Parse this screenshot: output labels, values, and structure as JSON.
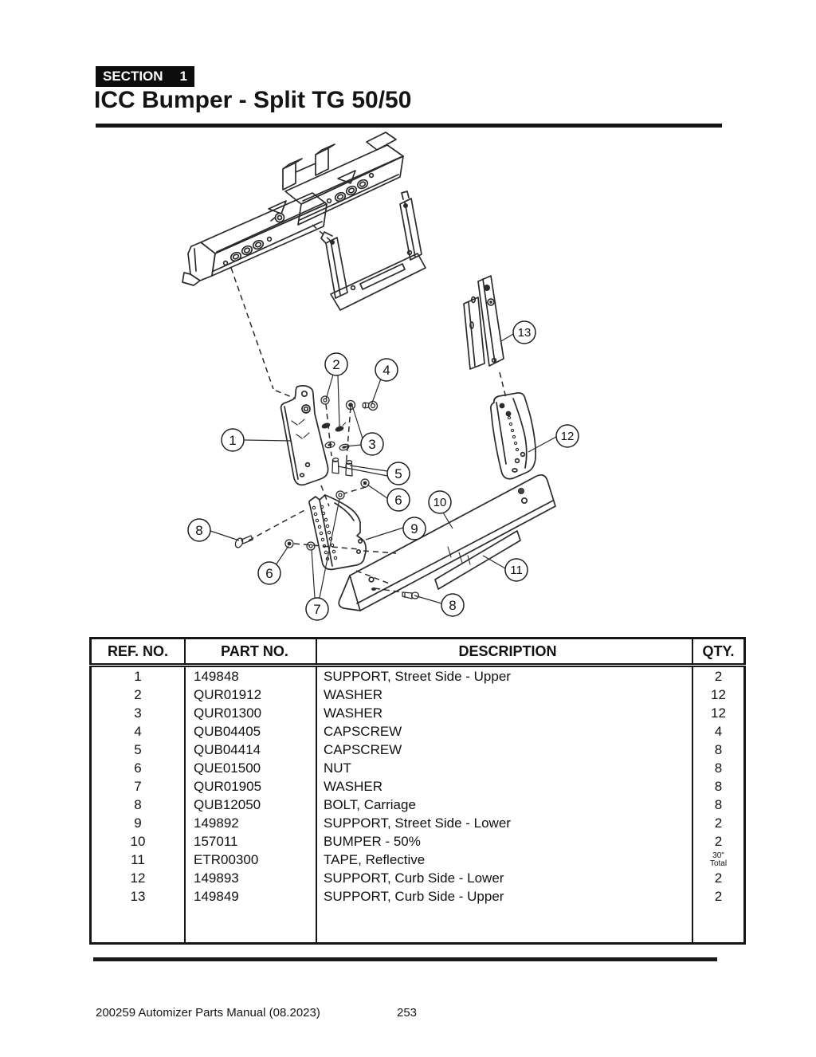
{
  "page": {
    "section_label": "SECTION",
    "section_number": "1",
    "title": "ICC Bumper - Split TG 50/50"
  },
  "diagram": {
    "callouts": [
      {
        "label": "1"
      },
      {
        "label": "2"
      },
      {
        "label": "3"
      },
      {
        "label": "4"
      },
      {
        "label": "5"
      },
      {
        "label": "6"
      },
      {
        "label": "6"
      },
      {
        "label": "7"
      },
      {
        "label": "8"
      },
      {
        "label": "8"
      },
      {
        "label": "9"
      },
      {
        "label": "10"
      },
      {
        "label": "11"
      },
      {
        "label": "12"
      },
      {
        "label": "13"
      }
    ]
  },
  "parts_table": {
    "headers": [
      "REF. NO.",
      "PART NO.",
      "DESCRIPTION",
      "QTY."
    ],
    "rows": [
      {
        "ref": "1",
        "part": "149848",
        "desc": "SUPPORT, Street Side - Upper",
        "qty": "2"
      },
      {
        "ref": "2",
        "part": "QUR01912",
        "desc": "WASHER",
        "qty": "12"
      },
      {
        "ref": "3",
        "part": "QUR01300",
        "desc": "WASHER",
        "qty": "12"
      },
      {
        "ref": "4",
        "part": "QUB04405",
        "desc": "CAPSCREW",
        "qty": "4"
      },
      {
        "ref": "5",
        "part": "QUB04414",
        "desc": "CAPSCREW",
        "qty": "8"
      },
      {
        "ref": "6",
        "part": "QUE01500",
        "desc": "NUT",
        "qty": "8"
      },
      {
        "ref": "7",
        "part": "QUR01905",
        "desc": "WASHER",
        "qty": "8"
      },
      {
        "ref": "8",
        "part": "QUB12050",
        "desc": "BOLT, Carriage",
        "qty": "8"
      },
      {
        "ref": "9",
        "part": "149892",
        "desc": "SUPPORT, Street Side - Lower",
        "qty": "2"
      },
      {
        "ref": "10",
        "part": "157011",
        "desc": "BUMPER - 50%",
        "qty": "2"
      },
      {
        "ref": "11",
        "part": "ETR00300",
        "desc": "TAPE, Reflective",
        "qty": "30\"",
        "qty_note": "Total"
      },
      {
        "ref": "12",
        "part": "149893",
        "desc": "SUPPORT, Curb Side - Lower",
        "qty": "2"
      },
      {
        "ref": "13",
        "part": "149849",
        "desc": "SUPPORT, Curb Side - Upper",
        "qty": "2"
      }
    ]
  },
  "footer": {
    "manual": "200259 Automizer Parts Manual (08.2023)",
    "page_number": "253"
  },
  "colors": {
    "ink": "#1a1a1a",
    "paper": "#ffffff"
  }
}
